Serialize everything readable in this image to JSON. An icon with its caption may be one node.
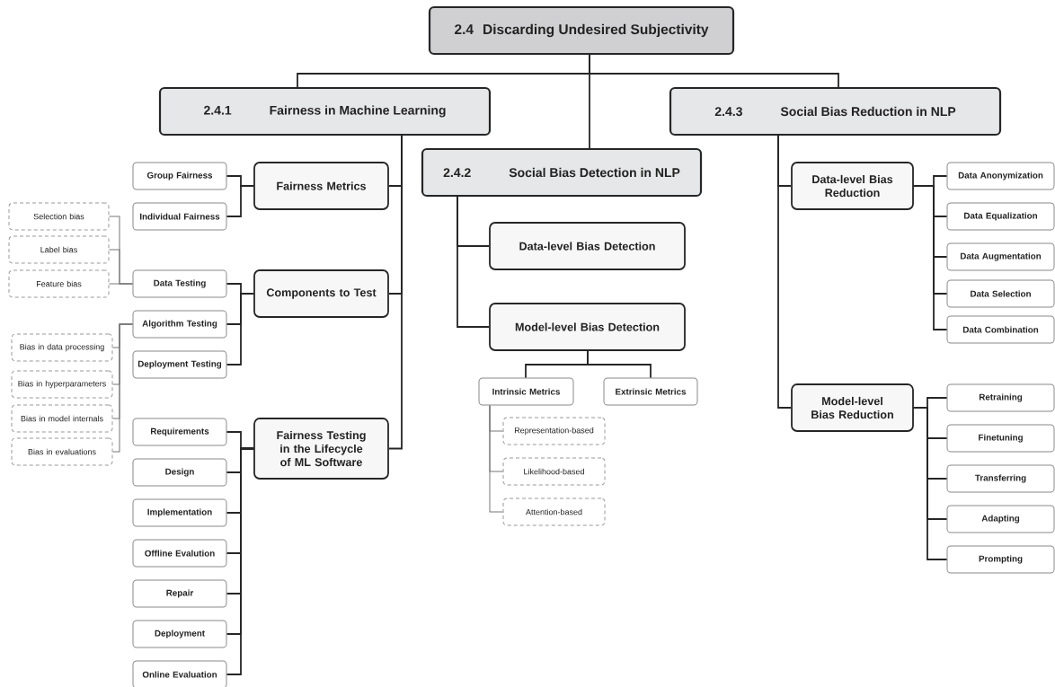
{
  "diagram": {
    "nodes": [
      {
        "text": [
          "2.4",
          "Discarding Undesired Subjectivity"
        ]
      },
      {
        "text": [
          "2.4.1",
          "Fairness in Machine Learning"
        ]
      },
      {
        "text": [
          "2.4.2",
          "Social Bias Detection in NLP"
        ]
      },
      {
        "text": [
          "2.4.3",
          "Social Bias Reduction in NLP"
        ]
      },
      {
        "text": [
          "Fairness Metrics"
        ]
      },
      {
        "text": [
          "Group Fairness"
        ]
      },
      {
        "text": [
          "Individual Fairness"
        ]
      },
      {
        "text": [
          "Components to Test"
        ]
      },
      {
        "text": [
          "Data Testing"
        ]
      },
      {
        "text": [
          "Algorithm Testing"
        ]
      },
      {
        "text": [
          "Deployment Testing"
        ]
      },
      {
        "text": [
          "Selection bias"
        ]
      },
      {
        "text": [
          "Label bias"
        ]
      },
      {
        "text": [
          "Feature bias"
        ]
      },
      {
        "text": [
          "Bias in data processing"
        ]
      },
      {
        "text": [
          "Bias in hyperparameters"
        ]
      },
      {
        "text": [
          "Bias in model internals"
        ]
      },
      {
        "text": [
          "Bias in evaluations"
        ]
      },
      {
        "text": [
          "Fairness Testing in the Lifecycle of ML Software"
        ]
      },
      {
        "text": [
          "Requirements"
        ]
      },
      {
        "text": [
          "Design"
        ]
      },
      {
        "text": [
          "Implementation"
        ]
      },
      {
        "text": [
          "Offline Evalution"
        ]
      },
      {
        "text": [
          "Repair"
        ]
      },
      {
        "text": [
          "Deployment"
        ]
      },
      {
        "text": [
          "Online Evaluation"
        ]
      },
      {
        "text": [
          "Data-level Bias Detection"
        ]
      },
      {
        "text": [
          "Model-level Bias Detection"
        ]
      },
      {
        "text": [
          "Intrinsic Metrics"
        ]
      },
      {
        "text": [
          "Extrinsic Metrics"
        ]
      },
      {
        "text": [
          "Representation-based"
        ]
      },
      {
        "text": [
          "Likelihood-based"
        ]
      },
      {
        "text": [
          "Attention-based"
        ]
      },
      {
        "text": [
          "Data-level Bias Reduction"
        ]
      },
      {
        "text": [
          "Model-level Bias Reduction"
        ]
      },
      {
        "text": [
          "Data Anonymization"
        ]
      },
      {
        "text": [
          "Data Equalization"
        ]
      },
      {
        "text": [
          "Data Augmentation"
        ]
      },
      {
        "text": [
          "Data Selection"
        ]
      },
      {
        "text": [
          "Data Combination"
        ]
      },
      {
        "text": [
          "Retraining"
        ]
      },
      {
        "text": [
          "Finetuning"
        ]
      },
      {
        "text": [
          "Transferring"
        ]
      },
      {
        "text": [
          "Adapting"
        ]
      },
      {
        "text": [
          "Prompting"
        ]
      }
    ],
    "edges": [
      {
        "from": 0,
        "to": 1,
        "arrow": "none"
      },
      {
        "from": 0,
        "to": 2,
        "arrow": "none"
      },
      {
        "from": 0,
        "to": 3,
        "arrow": "none"
      },
      {
        "from": 1,
        "to": 4,
        "arrow": "none"
      },
      {
        "from": 1,
        "to": 7,
        "arrow": "none"
      },
      {
        "from": 1,
        "to": 18,
        "arrow": "none"
      },
      {
        "from": 4,
        "to": 5,
        "arrow": "none"
      },
      {
        "from": 4,
        "to": 6,
        "arrow": "none"
      },
      {
        "from": 7,
        "to": 8,
        "arrow": "none"
      },
      {
        "from": 7,
        "to": 9,
        "arrow": "none"
      },
      {
        "from": 7,
        "to": 10,
        "arrow": "none"
      },
      {
        "from": 8,
        "to": 11,
        "arrow": "none",
        "color": "#777777"
      },
      {
        "from": 8,
        "to": 12,
        "arrow": "none",
        "color": "#777777"
      },
      {
        "from": 8,
        "to": 13,
        "arrow": "none",
        "color": "#777777"
      },
      {
        "from": 9,
        "to": 14,
        "arrow": "none",
        "color": "#777777"
      },
      {
        "from": 9,
        "to": 15,
        "arrow": "none",
        "color": "#777777"
      },
      {
        "from": 9,
        "to": 16,
        "arrow": "none",
        "color": "#777777"
      },
      {
        "from": 9,
        "to": 17,
        "arrow": "none",
        "color": "#777777"
      },
      {
        "from": 18,
        "to": 19,
        "arrow": "none"
      },
      {
        "from": 18,
        "to": 20,
        "arrow": "none"
      },
      {
        "from": 18,
        "to": 21,
        "arrow": "none"
      },
      {
        "from": 18,
        "to": 22,
        "arrow": "none"
      },
      {
        "from": 18,
        "to": 23,
        "arrow": "none"
      },
      {
        "from": 18,
        "to": 24,
        "arrow": "none"
      },
      {
        "from": 18,
        "to": 25,
        "arrow": "none"
      },
      {
        "from": 2,
        "to": 26,
        "arrow": "none"
      },
      {
        "from": 2,
        "to": 27,
        "arrow": "none"
      },
      {
        "from": 27,
        "to": 28,
        "arrow": "none"
      },
      {
        "from": 27,
        "to": 29,
        "arrow": "none"
      },
      {
        "from": 28,
        "to": 30,
        "arrow": "none",
        "color": "#777777"
      },
      {
        "from": 28,
        "to": 31,
        "arrow": "none",
        "color": "#777777"
      },
      {
        "from": 28,
        "to": 32,
        "arrow": "none",
        "color": "#777777"
      },
      {
        "from": 3,
        "to": 33,
        "arrow": "none"
      },
      {
        "from": 3,
        "to": 34,
        "arrow": "none"
      },
      {
        "from": 33,
        "to": 35,
        "arrow": "none"
      },
      {
        "from": 33,
        "to": 36,
        "arrow": "none"
      },
      {
        "from": 33,
        "to": 37,
        "arrow": "none"
      },
      {
        "from": 33,
        "to": 38,
        "arrow": "none"
      },
      {
        "from": 33,
        "to": 39,
        "arrow": "none"
      },
      {
        "from": 34,
        "to": 40,
        "arrow": "none"
      },
      {
        "from": 34,
        "to": 41,
        "arrow": "none"
      },
      {
        "from": 34,
        "to": 42,
        "arrow": "none"
      },
      {
        "from": 34,
        "to": 43,
        "arrow": "none"
      },
      {
        "from": 34,
        "to": 44,
        "arrow": "none"
      }
    ]
  }
}
